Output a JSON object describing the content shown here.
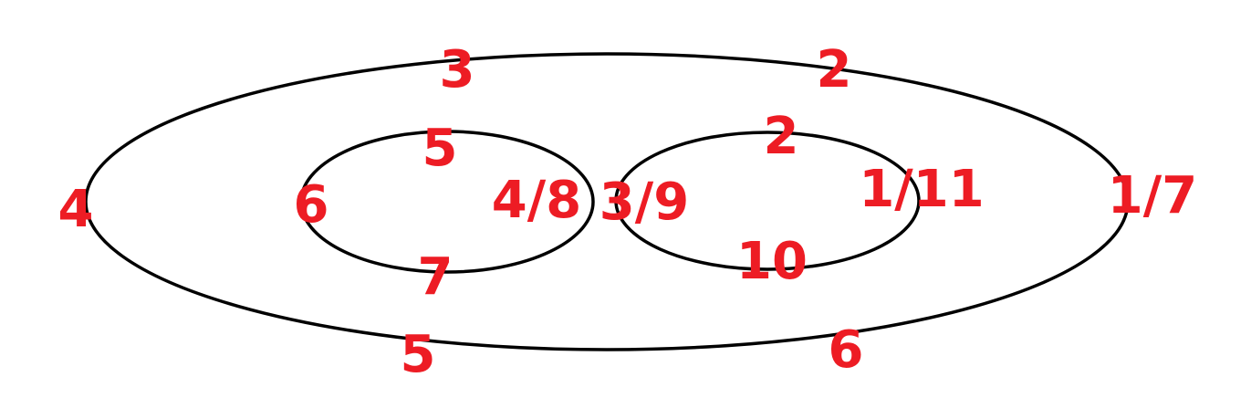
{
  "colors": {
    "outline": "#000000",
    "label": "#ed1c24",
    "background": "#ffffff"
  },
  "outer_ellipse": {
    "labels": {
      "top_left": "3",
      "top_right": "2",
      "left": "4",
      "right": "1/7",
      "bottom_left": "5",
      "bottom_right": "6"
    }
  },
  "left_ellipse": {
    "labels": {
      "top": "5",
      "left": "6",
      "right": "4/8",
      "bottom": "7"
    }
  },
  "right_ellipse": {
    "labels": {
      "top": "2",
      "left": "3/9",
      "right": "1/11",
      "bottom": "10"
    }
  }
}
